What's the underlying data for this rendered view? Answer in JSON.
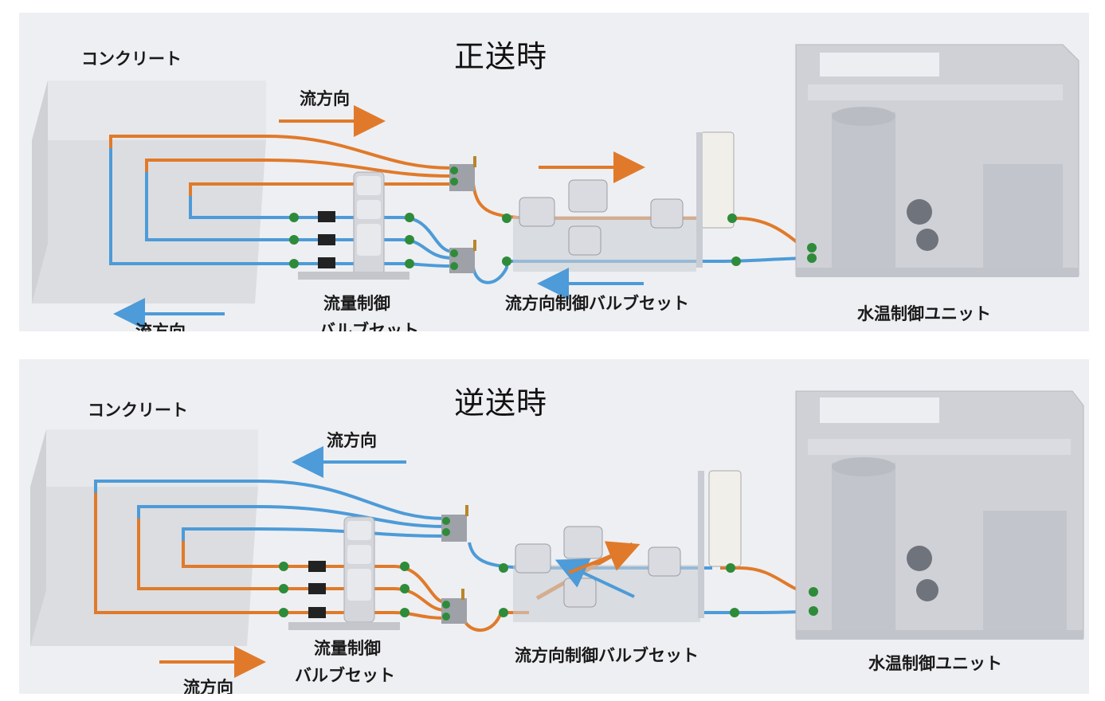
{
  "panels": [
    {
      "title": "正送時",
      "concrete_label": "コンクリート",
      "flow_direction_top": "流方向",
      "flow_direction_bottom": "流方向",
      "flow_valve_set_line1": "流量制御",
      "flow_valve_set_line2": "バルブセット",
      "direction_valve_set": "流方向制御バルブセット",
      "water_temp_unit": "水温制御ユニット"
    },
    {
      "title": "逆送時",
      "concrete_label": "コンクリート",
      "flow_direction_top": "流方向",
      "flow_direction_bottom": "流方向",
      "flow_valve_set_line1": "流量制御",
      "flow_valve_set_line2": "バルブセット",
      "direction_valve_set": "流方向制御バルブセット",
      "water_temp_unit": "水温制御ユニット"
    }
  ],
  "colors": {
    "hot_pipe": "#e07a2a",
    "cold_pipe": "#4d9bd8",
    "valve_green": "#2e8b3a",
    "concrete": "#dcdde0",
    "equipment": "#cdd0d6"
  }
}
